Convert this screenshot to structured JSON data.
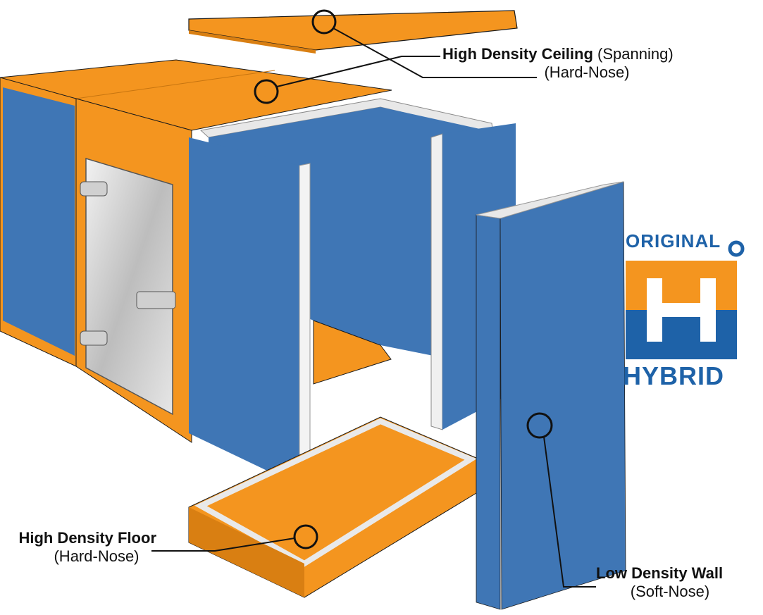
{
  "colors": {
    "orange": "#F4951F",
    "blue": "#3F76B5",
    "logo_blue": "#1E62A8",
    "door_silver": "#D9D9D9",
    "outline": "#1A1A1A"
  },
  "labels": {
    "ceiling": {
      "name": "High Density Ceiling",
      "note": "(Spanning)",
      "type": "(Hard-Nose)"
    },
    "floor": {
      "name": "High Density Floor",
      "type": "(Hard-Nose)"
    },
    "wall": {
      "name": "Low Density Wall",
      "type": "(Soft-Nose)"
    }
  },
  "logo": {
    "top_word": "ORIGINAL",
    "bottom_word": "HYBRID"
  },
  "icons": [
    "callout-circle",
    "door-hinge",
    "door-handle",
    "logo-ring"
  ]
}
